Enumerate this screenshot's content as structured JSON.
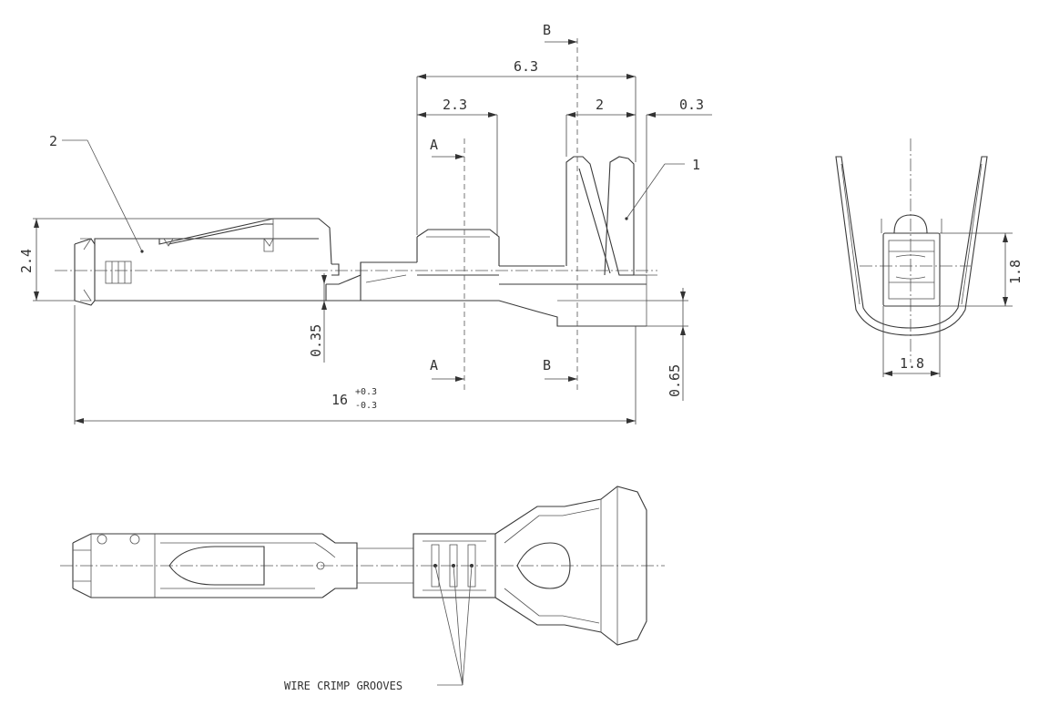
{
  "dimensions": {
    "overall_length": "16",
    "tol_plus": "+0.3",
    "tol_minus": "-0.3",
    "crimp_length": "6.3",
    "wire_barrel": "2.3",
    "insulation_barrel": "2",
    "offset": "0.3",
    "height": "2.4",
    "thickness": "0.35",
    "drop": "0.65",
    "end_height": "1.8",
    "end_width": "1.8"
  },
  "section_labels": {
    "a_top": "A",
    "a_bottom": "A",
    "b_top": "B",
    "b_bottom": "B"
  },
  "balloons": {
    "item_1": "1",
    "item_2": "2"
  },
  "notes": {
    "grooves": "WIRE CRIMP GROOVES"
  }
}
